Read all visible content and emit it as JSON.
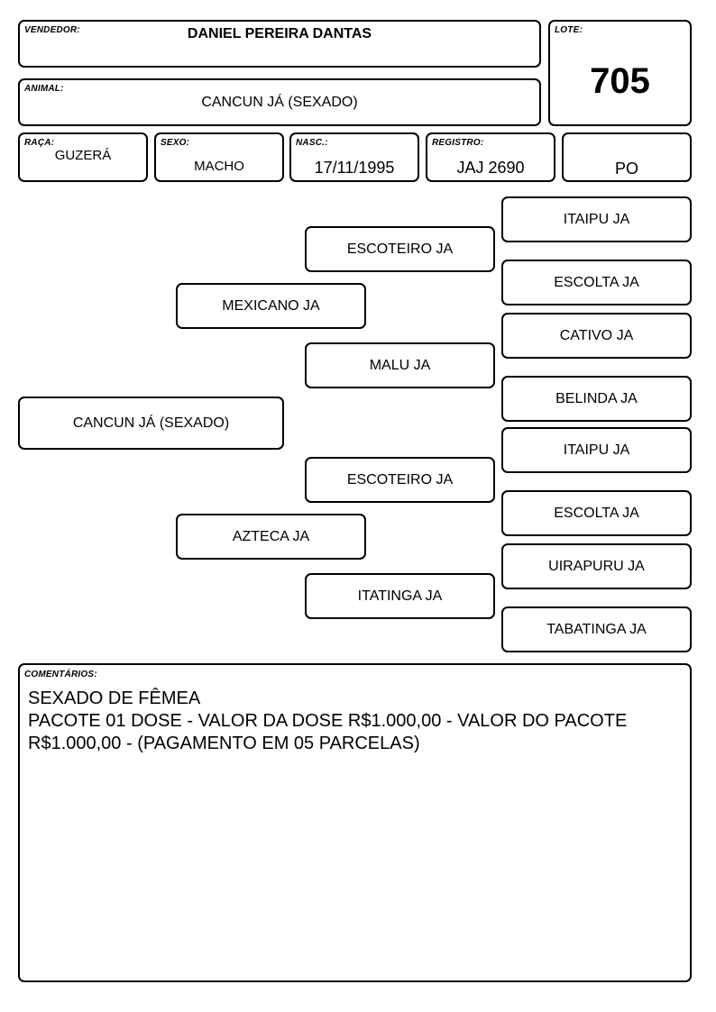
{
  "header": {
    "vendedor": {
      "label": "VENDEDOR:",
      "value": "DANIEL PEREIRA DANTAS"
    },
    "lote": {
      "label": "LOTE:",
      "value": "705"
    },
    "animal": {
      "label": "ANIMAL:",
      "value": "CANCUN JÁ (SEXADO)"
    }
  },
  "info": {
    "raca": {
      "label": "RAÇA:",
      "value": "GUZERÁ"
    },
    "sexo": {
      "label": "SEXO:",
      "value": "MACHO"
    },
    "nasc": {
      "label": "NASC.:",
      "value": "17/11/1995"
    },
    "registro": {
      "label": "REGISTRO:",
      "value": "JAJ 2690"
    },
    "tipo": {
      "value": "PO"
    }
  },
  "pedigree": {
    "animal": "CANCUN JÁ (SEXADO)",
    "sire": {
      "name": "MEXICANO JA",
      "sire": {
        "name": "ESCOTEIRO JA",
        "sire": "ITAIPU JA",
        "dam": "ESCOLTA JA"
      },
      "dam": {
        "name": "MALU JA",
        "sire": "CATIVO JA",
        "dam": "BELINDA JA"
      }
    },
    "dam": {
      "name": "AZTECA JA",
      "sire": {
        "name": "ESCOTEIRO JA",
        "sire": "ITAIPU JA",
        "dam": "ESCOLTA JA"
      },
      "dam": {
        "name": "ITATINGA JA",
        "sire": "UIRAPURU JA",
        "dam": "TABATINGA JA"
      }
    }
  },
  "comments": {
    "label": "COMENTÁRIOS:",
    "lines": [
      "SEXADO DE FÊMEA",
      "PACOTE 01 DOSE - VALOR DA DOSE R$1.000,00 - VALOR DO PACOTE",
      "R$1.000,00 - (PAGAMENTO EM 05 PARCELAS)"
    ]
  }
}
